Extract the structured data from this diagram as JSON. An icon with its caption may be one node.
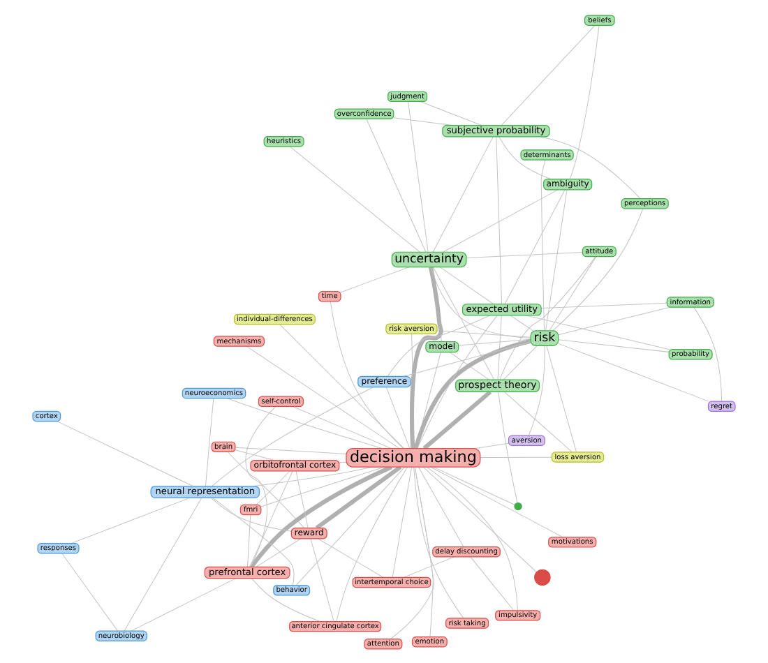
{
  "diagram": {
    "nodes": [
      {
        "text": [
          "intertemporal choice"
        ]
      },
      {
        "text": [
          "delay discounting"
        ]
      },
      {
        "text": [
          "impulsivity"
        ]
      },
      {
        "text": [
          "time"
        ]
      },
      {
        "text": [
          "emotion"
        ]
      },
      {
        "text": [
          "anterior cingulate cortex"
        ]
      },
      {
        "text": [
          "self-control"
        ]
      },
      {
        "text": [
          "loss aversion"
        ]
      },
      {
        "text": [
          "perceptions"
        ]
      },
      {
        "text": [
          "attitude"
        ]
      },
      {
        "text": [
          "motivations"
        ]
      },
      {
        "text": [
          "model"
        ]
      },
      {
        "text": [
          "determinants"
        ]
      },
      {
        "text": [
          "attention"
        ]
      },
      {
        "text": [
          "overconfidence"
        ]
      },
      {
        "text": [
          "risk aversion"
        ]
      },
      {
        "text": [
          "prefrontal cortex"
        ]
      },
      {
        "text": [
          "mechanisms"
        ]
      },
      {
        "text": [
          "prospect theory"
        ]
      },
      {
        "text": [
          "beliefs"
        ]
      },
      {
        "text": [
          "decision making"
        ]
      },
      {
        "text": [],
        "shape": "circle"
      },
      {
        "text": [],
        "shape": "circle"
      },
      {
        "text": [
          "uncertainty"
        ]
      },
      {
        "text": [
          "subjective probability"
        ]
      },
      {
        "text": [
          "brain"
        ]
      },
      {
        "text": [
          "risk taking"
        ]
      },
      {
        "text": [
          "judgment"
        ]
      },
      {
        "text": [
          "risk"
        ]
      },
      {
        "text": [
          "reward"
        ]
      },
      {
        "text": [
          "heuristics"
        ]
      },
      {
        "text": [
          "orbitofrontal cortex"
        ]
      },
      {
        "text": [
          "individual-differences"
        ]
      },
      {
        "text": [
          "fmri"
        ]
      },
      {
        "text": [
          "ambiguity"
        ]
      },
      {
        "text": [
          "probability"
        ]
      },
      {
        "text": [
          "preference"
        ]
      },
      {
        "text": [
          "cortex"
        ]
      },
      {
        "text": [
          "expected utility"
        ]
      },
      {
        "text": [
          "neural representation"
        ]
      },
      {
        "text": [
          "information"
        ]
      },
      {
        "text": [
          "behavior"
        ]
      },
      {
        "text": [
          "neurobiology"
        ]
      },
      {
        "text": [
          "neuroeconomics"
        ]
      },
      {
        "text": [
          "aversion"
        ]
      },
      {
        "text": [
          "regret"
        ]
      },
      {
        "text": [
          "responses"
        ]
      }
    ],
    "edges": [
      {
        "from": 2,
        "to": 1,
        "arrow": "none"
      },
      {
        "from": 1,
        "to": 0,
        "arrow": "none"
      },
      {
        "from": 2,
        "to": 20,
        "arrow": "none"
      },
      {
        "from": 0,
        "to": 20,
        "arrow": "none"
      },
      {
        "from": 1,
        "to": 20,
        "arrow": "none"
      },
      {
        "from": 0,
        "to": 29,
        "arrow": "none"
      },
      {
        "from": 3,
        "to": 20,
        "arrow": "none"
      },
      {
        "from": 3,
        "to": 23,
        "arrow": "none"
      },
      {
        "from": 4,
        "to": 20,
        "arrow": "none"
      },
      {
        "from": 5,
        "to": 16,
        "arrow": "none"
      },
      {
        "from": 5,
        "to": 20,
        "arrow": "none"
      },
      {
        "from": 5,
        "to": 29,
        "arrow": "none"
      },
      {
        "from": 6,
        "to": 20,
        "arrow": "none"
      },
      {
        "from": 6,
        "to": 29,
        "arrow": "none"
      },
      {
        "from": 7,
        "to": 18,
        "arrow": "none"
      },
      {
        "from": 7,
        "to": 20,
        "arrow": "none"
      },
      {
        "from": 7,
        "to": 28,
        "arrow": "none"
      },
      {
        "from": 8,
        "to": 28,
        "arrow": "none"
      },
      {
        "from": 8,
        "to": 24,
        "arrow": "none"
      },
      {
        "from": 9,
        "to": 28,
        "arrow": "none"
      },
      {
        "from": 9,
        "to": 23,
        "arrow": "none"
      },
      {
        "from": 9,
        "to": 18,
        "arrow": "none"
      },
      {
        "from": 10,
        "to": 20,
        "arrow": "none"
      },
      {
        "from": 11,
        "to": 20,
        "arrow": "none"
      },
      {
        "from": 11,
        "to": 18,
        "arrow": "none"
      },
      {
        "from": 11,
        "to": 23,
        "arrow": "none"
      },
      {
        "from": 11,
        "to": 28,
        "arrow": "none"
      },
      {
        "from": 12,
        "to": 28,
        "arrow": "none"
      },
      {
        "from": 13,
        "to": 20,
        "arrow": "none"
      },
      {
        "from": 14,
        "to": 24,
        "arrow": "none"
      },
      {
        "from": 14,
        "to": 23,
        "arrow": "none"
      },
      {
        "from": 15,
        "to": 20,
        "arrow": "none"
      },
      {
        "from": 15,
        "to": 28,
        "arrow": "none"
      },
      {
        "from": 16,
        "to": 20,
        "arrow": "none",
        "style": "thick"
      },
      {
        "from": 16,
        "to": 25,
        "arrow": "none"
      },
      {
        "from": 16,
        "to": 31,
        "arrow": "none"
      },
      {
        "from": 16,
        "to": 29,
        "arrow": "none"
      },
      {
        "from": 16,
        "to": 33,
        "arrow": "none"
      },
      {
        "from": 17,
        "to": 20,
        "arrow": "none"
      },
      {
        "from": 18,
        "to": 20,
        "arrow": "none",
        "style": "thick"
      },
      {
        "from": 18,
        "to": 23,
        "arrow": "none"
      },
      {
        "from": 18,
        "to": 28,
        "arrow": "none"
      },
      {
        "from": 18,
        "to": 38,
        "arrow": "none"
      },
      {
        "from": 19,
        "to": 24,
        "arrow": "none"
      },
      {
        "from": 19,
        "to": 34,
        "arrow": "none"
      },
      {
        "from": 20,
        "to": 22,
        "arrow": "none"
      },
      {
        "from": 20,
        "to": 23,
        "arrow": "none",
        "style": "thick"
      },
      {
        "from": 20,
        "to": 28,
        "arrow": "none",
        "style": "thick"
      },
      {
        "from": 20,
        "to": 29,
        "arrow": "none",
        "style": "thick"
      },
      {
        "from": 20,
        "to": 39,
        "arrow": "none"
      },
      {
        "from": 20,
        "to": 36,
        "arrow": "none"
      },
      {
        "from": 20,
        "to": 38,
        "arrow": "none"
      },
      {
        "from": 21,
        "to": 20,
        "arrow": "none"
      },
      {
        "from": 21,
        "to": 18,
        "arrow": "none"
      },
      {
        "from": 23,
        "to": 28,
        "arrow": "none"
      },
      {
        "from": 23,
        "to": 24,
        "arrow": "none"
      },
      {
        "from": 23,
        "to": 38,
        "arrow": "none"
      },
      {
        "from": 23,
        "to": 34,
        "arrow": "none"
      },
      {
        "from": 24,
        "to": 38,
        "arrow": "none"
      },
      {
        "from": 24,
        "to": 34,
        "arrow": "none"
      },
      {
        "from": 24,
        "to": 27,
        "arrow": "none"
      },
      {
        "from": 25,
        "to": 20,
        "arrow": "none"
      },
      {
        "from": 25,
        "to": 31,
        "arrow": "none"
      },
      {
        "from": 26,
        "to": 20,
        "arrow": "none"
      },
      {
        "from": 27,
        "to": 23,
        "arrow": "none"
      },
      {
        "from": 28,
        "to": 38,
        "arrow": "none"
      },
      {
        "from": 28,
        "to": 34,
        "arrow": "none"
      },
      {
        "from": 28,
        "to": 36,
        "arrow": "none"
      },
      {
        "from": 28,
        "to": 35,
        "arrow": "none"
      },
      {
        "from": 29,
        "to": 39,
        "arrow": "none"
      },
      {
        "from": 29,
        "to": 31,
        "arrow": "none"
      },
      {
        "from": 30,
        "to": 23,
        "arrow": "none"
      },
      {
        "from": 31,
        "to": 20,
        "arrow": "none"
      },
      {
        "from": 31,
        "to": 33,
        "arrow": "none"
      },
      {
        "from": 32,
        "to": 20,
        "arrow": "none"
      },
      {
        "from": 33,
        "to": 20,
        "arrow": "none"
      },
      {
        "from": 34,
        "to": 38,
        "arrow": "none"
      },
      {
        "from": 35,
        "to": 38,
        "arrow": "none"
      },
      {
        "from": 36,
        "to": 39,
        "arrow": "none"
      },
      {
        "from": 36,
        "to": 38,
        "arrow": "none"
      },
      {
        "from": 37,
        "to": 39,
        "arrow": "none"
      },
      {
        "from": 38,
        "to": 40,
        "arrow": "none"
      },
      {
        "from": 39,
        "to": 42,
        "arrow": "none"
      },
      {
        "from": 39,
        "to": 43,
        "arrow": "none"
      },
      {
        "from": 39,
        "to": 41,
        "arrow": "none"
      },
      {
        "from": 40,
        "to": 28,
        "arrow": "none"
      },
      {
        "from": 41,
        "to": 20,
        "arrow": "none"
      },
      {
        "from": 42,
        "to": 16,
        "arrow": "none"
      },
      {
        "from": 43,
        "to": 20,
        "arrow": "none"
      },
      {
        "from": 44,
        "to": 28,
        "arrow": "none"
      },
      {
        "from": 44,
        "to": 20,
        "arrow": "none"
      },
      {
        "from": 45,
        "to": 40,
        "arrow": "none"
      },
      {
        "from": 45,
        "to": 28,
        "arrow": "none"
      },
      {
        "from": 46,
        "to": 39,
        "arrow": "none"
      },
      {
        "from": 46,
        "to": 42,
        "arrow": "none"
      }
    ]
  }
}
